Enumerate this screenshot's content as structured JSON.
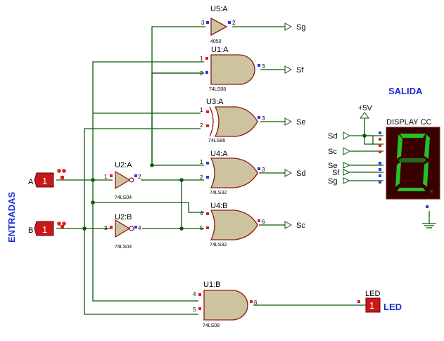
{
  "labels": {
    "entradas": "ENTRADAS",
    "salida": "SALIDA",
    "display": "DISPLAY CC",
    "vcc": "+5V",
    "led_ref": "LED",
    "led_out": "LED",
    "input_a": "A",
    "input_b": "B",
    "logic_a": "1",
    "logic_b": "1",
    "led_state": "1"
  },
  "gates": {
    "u5a": {
      "name": "U5:A",
      "type": "4050"
    },
    "u1a": {
      "name": "U1:A",
      "type": "74LS08"
    },
    "u3a": {
      "name": "U3:A",
      "type": "74LS86"
    },
    "u4a": {
      "name": "U4:A",
      "type": "74LS32"
    },
    "u4b": {
      "name": "U4:B",
      "type": "74LS32"
    },
    "u2a": {
      "name": "U2:A",
      "type": "74LS04"
    },
    "u2b": {
      "name": "U2:B",
      "type": "74LS04"
    },
    "u1b": {
      "name": "U1:B",
      "type": "74LS08"
    }
  },
  "pins": {
    "u5a_in": "3",
    "u5a_out": "2",
    "u1a_in1": "1",
    "u1a_in2": "2",
    "u1a_out": "3",
    "u3a_in1": "1",
    "u3a_in2": "2",
    "u3a_out": "3",
    "u4a_in1": "1",
    "u4a_in2": "2",
    "u4a_out": "3",
    "u4b_in1": "4",
    "u4b_in2": "5",
    "u4b_out": "6",
    "u2a_in": "1",
    "u2a_out": "2",
    "u2b_in": "3",
    "u2b_out": "4",
    "u1b_in1": "4",
    "u1b_in2": "5",
    "u1b_out": "6"
  },
  "outputs": {
    "sg": "Sg",
    "sf": "Sf",
    "se": "Se",
    "sd": "Sd",
    "sc": "Sc"
  },
  "display_inputs": {
    "sd": "Sd",
    "sc": "Sc",
    "se": "Se",
    "sf": "Sf",
    "sg": "Sg"
  },
  "colors": {
    "wire": "#0a5a0a",
    "gate_fill": "#cdc49f",
    "gate_stroke": "#8b1a1a",
    "label_blue": "#1a2cd8",
    "display_body": "#3a0000",
    "segment_on": "#25c025",
    "logic_red": "#c81818"
  }
}
